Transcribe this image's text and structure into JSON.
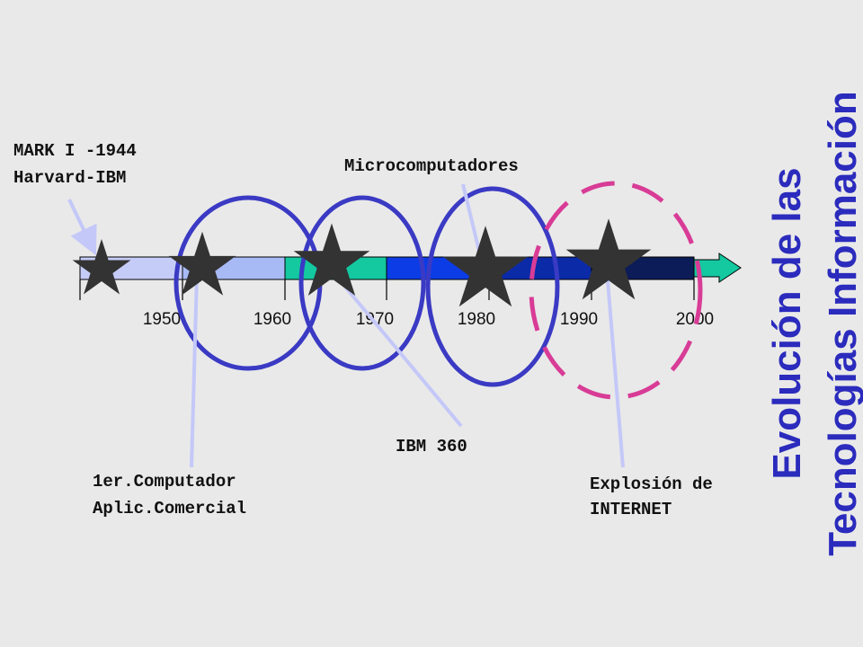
{
  "title": {
    "line1": "Evolución de las",
    "line2": "Tecnologías Información"
  },
  "timeline": {
    "years": [
      "1950",
      "1960",
      "1970",
      "1980",
      "1990",
      "2000"
    ],
    "segment_colors": [
      "#c6ccf8",
      "#a8baf6",
      "#14c8a0",
      "#0c3ce6",
      "#0a2aa8",
      "#0c1c58",
      "#14c8a0"
    ]
  },
  "labels": {
    "mark1_line1": "MARK I -1944",
    "mark1_line2": "Harvard-IBM",
    "micro": "Microcomputadores",
    "ibm360": "IBM 360",
    "first_line1": "1er.Computador",
    "first_line2": "Aplic.Comercial",
    "internet_line1": "Explosión de",
    "internet_line2": "INTERNET"
  },
  "colors": {
    "title": "#2b2bbd",
    "circle": "#3a3ac4",
    "dashed_circle": "#d83c96",
    "arrow": "#c4c8f8",
    "star": "#c6ccf8",
    "background": "#e9e9e9"
  }
}
